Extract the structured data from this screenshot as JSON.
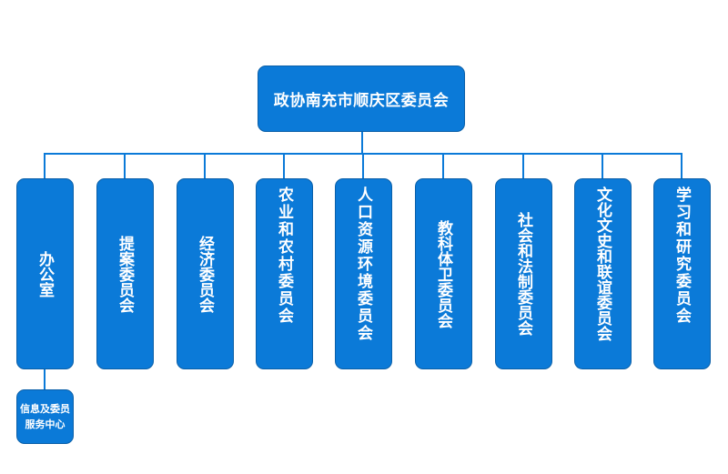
{
  "root": {
    "label": "政协南充市顺庆区委员会"
  },
  "departments": [
    {
      "label": "办公室"
    },
    {
      "label": "提案委员会"
    },
    {
      "label": "经济委员会"
    },
    {
      "label": "农业和农村委员会"
    },
    {
      "label": "人口资源环境委员会"
    },
    {
      "label": "教科体卫委员会"
    },
    {
      "label": "社会和法制委员会"
    },
    {
      "label": "文化文史和联谊委员会"
    },
    {
      "label": "学习和研究委员会"
    }
  ],
  "sub_unit": {
    "label": "信息及委员服务中心"
  },
  "colors": {
    "node_fill": "#0b7ad8",
    "node_border": "#0a5fa8",
    "connector": "#0b7ad8",
    "text": "#ffffff"
  }
}
